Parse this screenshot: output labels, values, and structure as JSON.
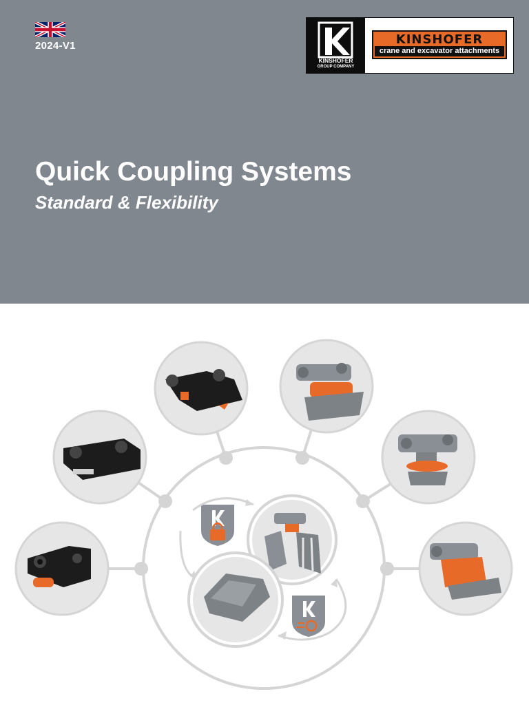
{
  "header": {
    "version": "2024-V1",
    "title": "Quick Coupling Systems",
    "subtitle": "Standard & Flexibility"
  },
  "logo": {
    "group_line1": "KINSHOFER",
    "group_line2": "GROUP COMPANY",
    "brand": "KINSHOFER",
    "tagline": "crane and excavator attachments"
  },
  "colors": {
    "header_bg": "#81878f",
    "accent_orange": "#e86a28",
    "circle_fill": "#e6e6e6",
    "line_gray": "#d5d5d5"
  },
  "icons": {
    "flag": "uk-flag-icon",
    "lock_shield": "shield-lock-icon",
    "speed_shield": "shield-speed-icon"
  }
}
